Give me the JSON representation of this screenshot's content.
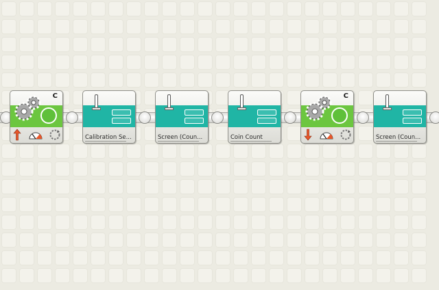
{
  "program": {
    "blocks": [
      {
        "type": "motor",
        "port": "C",
        "direction": "up",
        "icons": [
          "direction-up-arrow-icon",
          "power-gauge-icon",
          "duration-rotation-icon"
        ]
      },
      {
        "type": "display",
        "label": "Calibration Se..."
      },
      {
        "type": "display",
        "label": "Screen (Coun..."
      },
      {
        "type": "display",
        "label": "Coin Count"
      },
      {
        "type": "motor",
        "port": "C",
        "direction": "down",
        "icons": [
          "direction-down-arrow-icon",
          "power-gauge-icon",
          "duration-rotation-icon"
        ]
      },
      {
        "type": "display",
        "label": "Screen (Coun..."
      }
    ]
  },
  "colors": {
    "canvas": "#ecebe2",
    "motor_band": "#6cc640",
    "display_band": "#20b5a5",
    "arrow": "#e8572a"
  }
}
